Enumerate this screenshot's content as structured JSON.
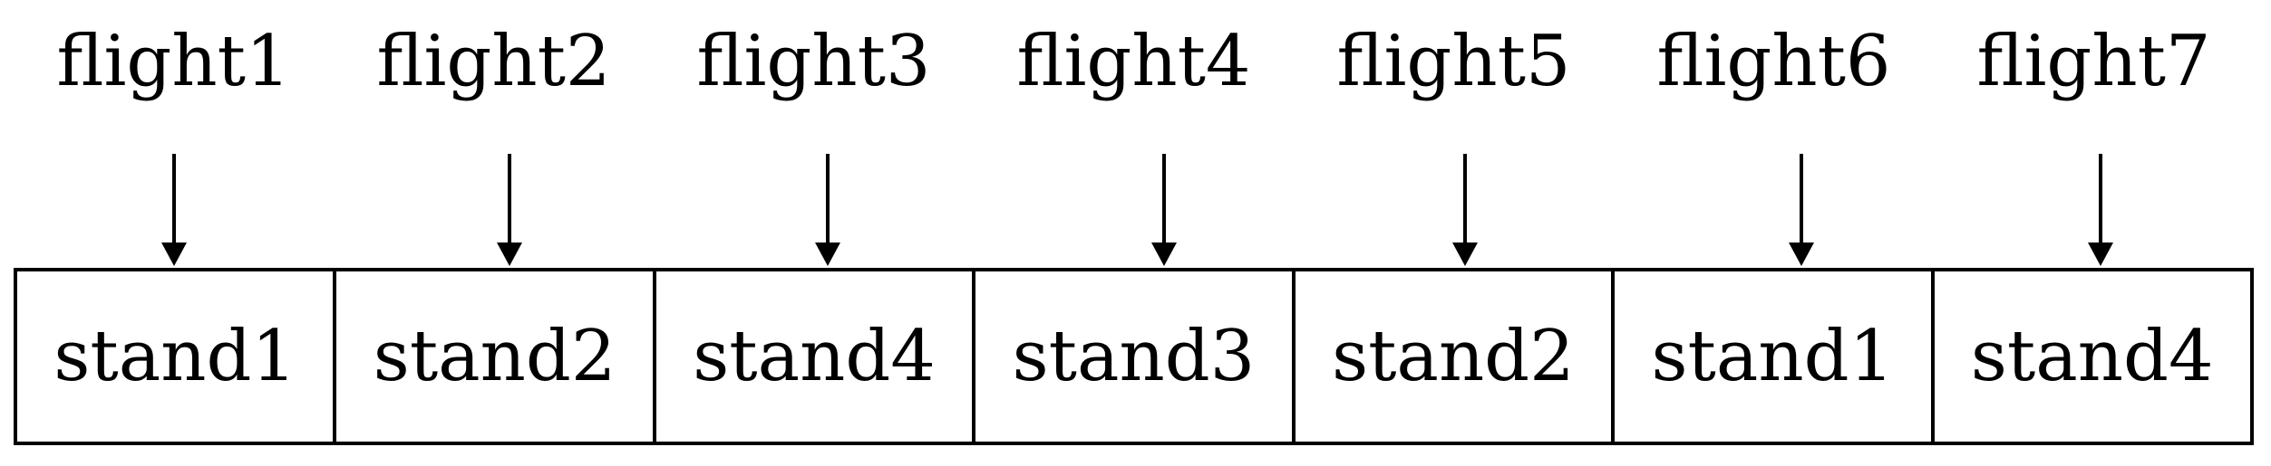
{
  "flights": [
    {
      "label": "flight1",
      "stand": "stand1"
    },
    {
      "label": "flight2",
      "stand": "stand2"
    },
    {
      "label": "flight3",
      "stand": "stand4"
    },
    {
      "label": "flight4",
      "stand": "stand3"
    },
    {
      "label": "flight5",
      "stand": "stand2"
    },
    {
      "label": "flight6",
      "stand": "stand1"
    },
    {
      "label": "flight7",
      "stand": "stand4"
    }
  ]
}
